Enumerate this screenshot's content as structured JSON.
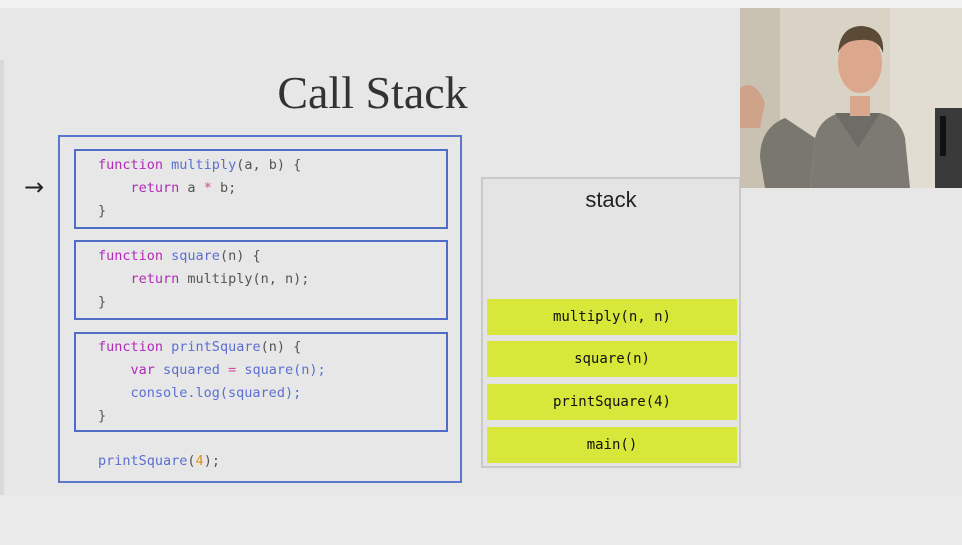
{
  "slide": {
    "title": "Call Stack",
    "arrow_glyph": "→"
  },
  "code": {
    "multiply": {
      "l1_kw": "function",
      "l1_name": "multiply",
      "l1_args": "(a, b) {",
      "l2_kw": "return",
      "l2_a": " a ",
      "l2_op": "*",
      "l2_b": " b;",
      "l3": "}"
    },
    "square": {
      "l1_kw": "function",
      "l1_name": "square",
      "l1_args": "(n) {",
      "l2_kw": "return",
      "l2_call": " multiply(n, n);",
      "l3": "}"
    },
    "printSquare": {
      "l1_kw": "function",
      "l1_name": "printSquare",
      "l1_args": "(n) {",
      "l2_kw": "var",
      "l2_var": " squared ",
      "l2_op": "=",
      "l2_call": " square(n);",
      "l3_call": "console.log(squared);",
      "l4": "}"
    },
    "invocation": {
      "name": "printSquare",
      "open": "(",
      "arg": "4",
      "close": ");"
    }
  },
  "stack": {
    "title": "stack",
    "frames": [
      "multiply(n, n)",
      "square(n)",
      "printSquare(4)",
      "main()"
    ]
  },
  "colors": {
    "frame": "#d8e83a",
    "box_border": "#4f6cc6",
    "keyword": "#b12bb7",
    "function_name": "#5c6fcf",
    "number": "#d8941d"
  }
}
